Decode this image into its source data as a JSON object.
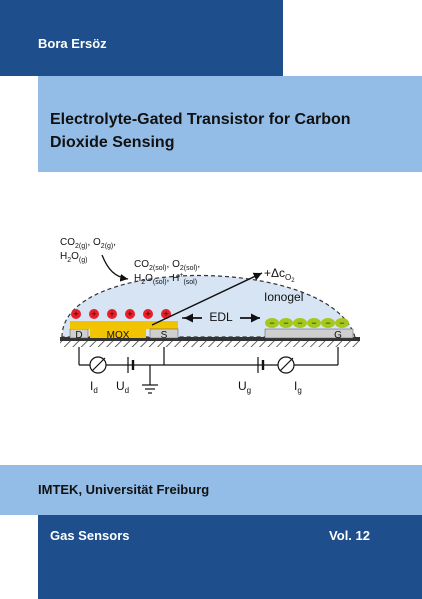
{
  "cover": {
    "author": "Bora Ersöz",
    "title": "Electrolyte-Gated Transistor for Carbon Dioxide Sensing",
    "institute": "IMTEK, Universität Freiburg",
    "series": "Gas Sensors",
    "volume": "Vol. 12"
  },
  "colors": {
    "dark_blue": "#1e4f8c",
    "light_blue": "#93bde6",
    "ionogel": "#d6e4f4",
    "mox": "#f2c300",
    "ion_green": "#a6c81e",
    "cation_red": "#e8202a"
  },
  "diagram": {
    "gas_label_line1": "CO",
    "gas_sub_co2": "2(g)",
    "gas_o2": "O",
    "gas_sub_o2": "2(g)",
    "gas_h2o": "H",
    "gas_sub_h2o_a": "2",
    "gas_h2o_b": "O",
    "gas_sub_h2o_b": "(g)",
    "sol_co2": "CO",
    "sol_sub_co2": "2(sol)",
    "sol_o2": "O",
    "sol_sub_o2": "2(sol)",
    "sol_h2o": "H",
    "sol_sub_h2o_a": "2",
    "sol_h2o_b": "O",
    "sol_sub_h2o_b": "(sol)",
    "sol_h": "H",
    "sol_sup_h": "+",
    "sol_sub_h": "(sol)",
    "delta": "+Δc",
    "delta_sub": "O",
    "delta_sub2": "2",
    "ionogel": "Ionogel",
    "edl": "EDL",
    "d": "D",
    "mox": "MOX",
    "s": "S",
    "g": "G",
    "id": "I",
    "id_sub": "d",
    "ud": "U",
    "ud_sub": "d",
    "ug": "U",
    "ug_sub": "g",
    "ig": "I",
    "ig_sub": "g",
    "plus": "+",
    "minus": "−"
  }
}
